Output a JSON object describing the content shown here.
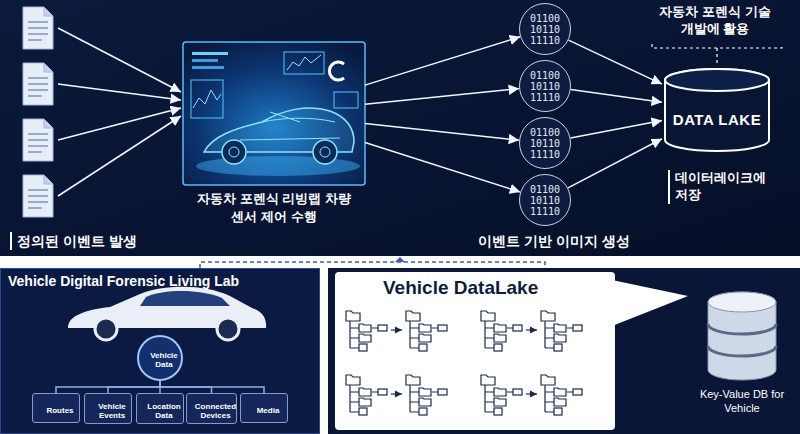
{
  "diagram": {
    "nodes": [
      {
        "text": [
          "자동차 포렌식 리빙랩 차량 센서 제어 수행"
        ]
      },
      {
        "text": [
          "01100 10110 11110"
        ]
      },
      {
        "text": [
          "01100 10110 11110"
        ]
      },
      {
        "text": [
          "01100 10110 11110"
        ]
      },
      {
        "text": [
          "01100 10110 11110"
        ]
      },
      {
        "text": [
          "DATA LAKE"
        ]
      },
      {
        "text": [
          "Vehicle Digital Forensic Living Lab"
        ]
      },
      {
        "text": [
          "Vehicle Data"
        ],
        "in": 6
      },
      {
        "text": [
          "Routes"
        ],
        "in": 6
      },
      {
        "text": [
          "Vehicle Events"
        ],
        "in": 6
      },
      {
        "text": [
          "Location Data"
        ],
        "in": 6
      },
      {
        "text": [
          "Connected Devices"
        ],
        "in": 6
      },
      {
        "text": [
          "Media"
        ],
        "in": 6
      },
      {
        "text": [
          "Vehicle DataLake"
        ]
      },
      {
        "text": [
          "Key-Value DB for Vehicle"
        ]
      }
    ],
    "edges": [
      {
        "from": 0,
        "to": 1,
        "arrow": "to"
      },
      {
        "from": 0,
        "to": 2,
        "arrow": "to"
      },
      {
        "from": 0,
        "to": 3,
        "arrow": "to"
      },
      {
        "from": 0,
        "to": 4,
        "arrow": "to"
      },
      {
        "from": 1,
        "to": 5,
        "arrow": "to"
      },
      {
        "from": 2,
        "to": 5,
        "arrow": "to"
      },
      {
        "from": 3,
        "to": 5,
        "arrow": "to"
      },
      {
        "from": 4,
        "to": 5,
        "arrow": "to"
      },
      {
        "from": 7,
        "to": 8,
        "arrow": "none"
      },
      {
        "from": 7,
        "to": 9,
        "arrow": "none"
      },
      {
        "from": 7,
        "to": 10,
        "arrow": "none"
      },
      {
        "from": 7,
        "to": 11,
        "arrow": "none"
      },
      {
        "from": 7,
        "to": 12,
        "arrow": "none"
      }
    ],
    "labels": [
      "자동차 포렌식 기술 개발에 활용",
      "데이터레이크에 저장",
      "정의된 이벤트 발생",
      "이벤트 기반 이미지 생성"
    ]
  }
}
